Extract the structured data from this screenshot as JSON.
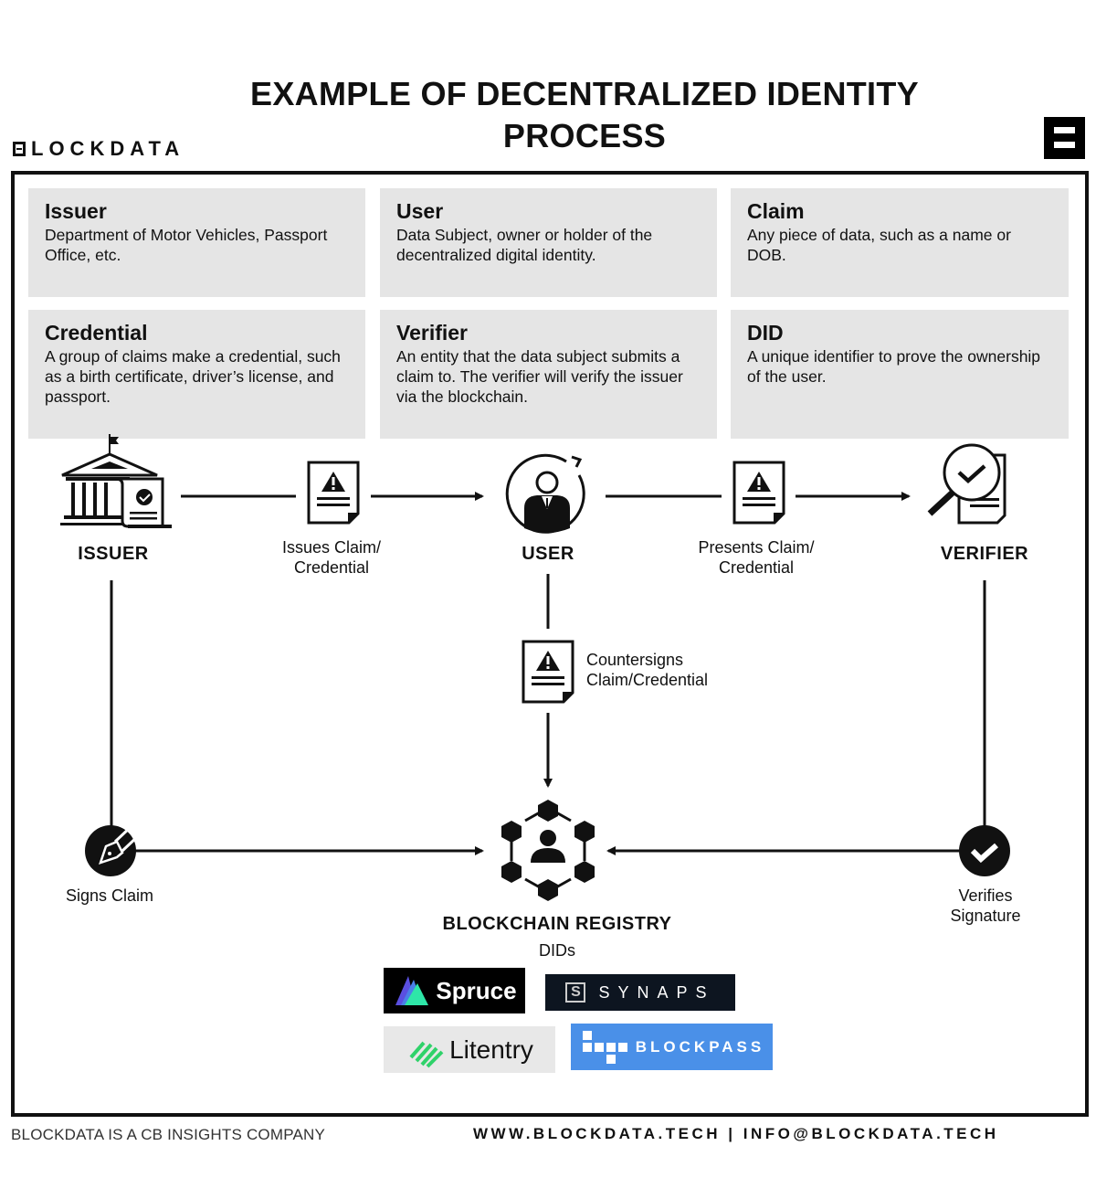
{
  "header": {
    "title_line1": "EXAMPLE OF DECENTRALIZED IDENTITY",
    "title_line2": "PROCESS",
    "brand": "LOCKDATA"
  },
  "definitions": [
    {
      "term": "Issuer",
      "desc": "Department of Motor Vehicles, Passport Office, etc."
    },
    {
      "term": "User",
      "desc": "Data Subject, owner or holder of the decentralized digital identity."
    },
    {
      "term": "Claim",
      "desc": "Any piece of data, such as a name or DOB."
    },
    {
      "term": "Credential",
      "desc": "A group of claims make a credential, such as a birth certificate, driver’s license, and passport."
    },
    {
      "term": "Verifier",
      "desc": "An entity that the data subject submits a claim to. The verifier will verify the issuer via the blockchain."
    },
    {
      "term": "DID",
      "desc": "A unique identifier to prove the ownership of the user."
    }
  ],
  "flow": {
    "issuer_label": "ISSUER",
    "user_label": "USER",
    "verifier_label": "VERIFIER",
    "issues_line1": "Issues Claim/",
    "issues_line2": "Credential",
    "presents_line1": "Presents Claim/",
    "presents_line2": "Credential",
    "countersigns_line1": "Countersigns",
    "countersigns_line2": "Claim/Credential",
    "signs_claim": "Signs Claim",
    "verifies_line1": "Verifies",
    "verifies_line2": "Signature",
    "registry_label": "BLOCKCHAIN REGISTRY",
    "registry_sub": "DIDs"
  },
  "partners": {
    "spruce": "Spruce",
    "synaps": "SYNAPS",
    "litentry": "Litentry",
    "blockpass": "BLOCKPASS"
  },
  "colors": {
    "card_bg": "#e5e5e5",
    "spruce_green": "#2ee6a8",
    "spruce_purple": "#5a4fe0",
    "litentry_green": "#2fd26a",
    "blockpass_blue": "#4a90e8",
    "synaps_bg": "#0d1520"
  },
  "footer": {
    "left": "BLOCKDATA IS A CB INSIGHTS COMPANY",
    "right": "WWW.BLOCKDATA.TECH | INFO@BLOCKDATA.TECH"
  }
}
